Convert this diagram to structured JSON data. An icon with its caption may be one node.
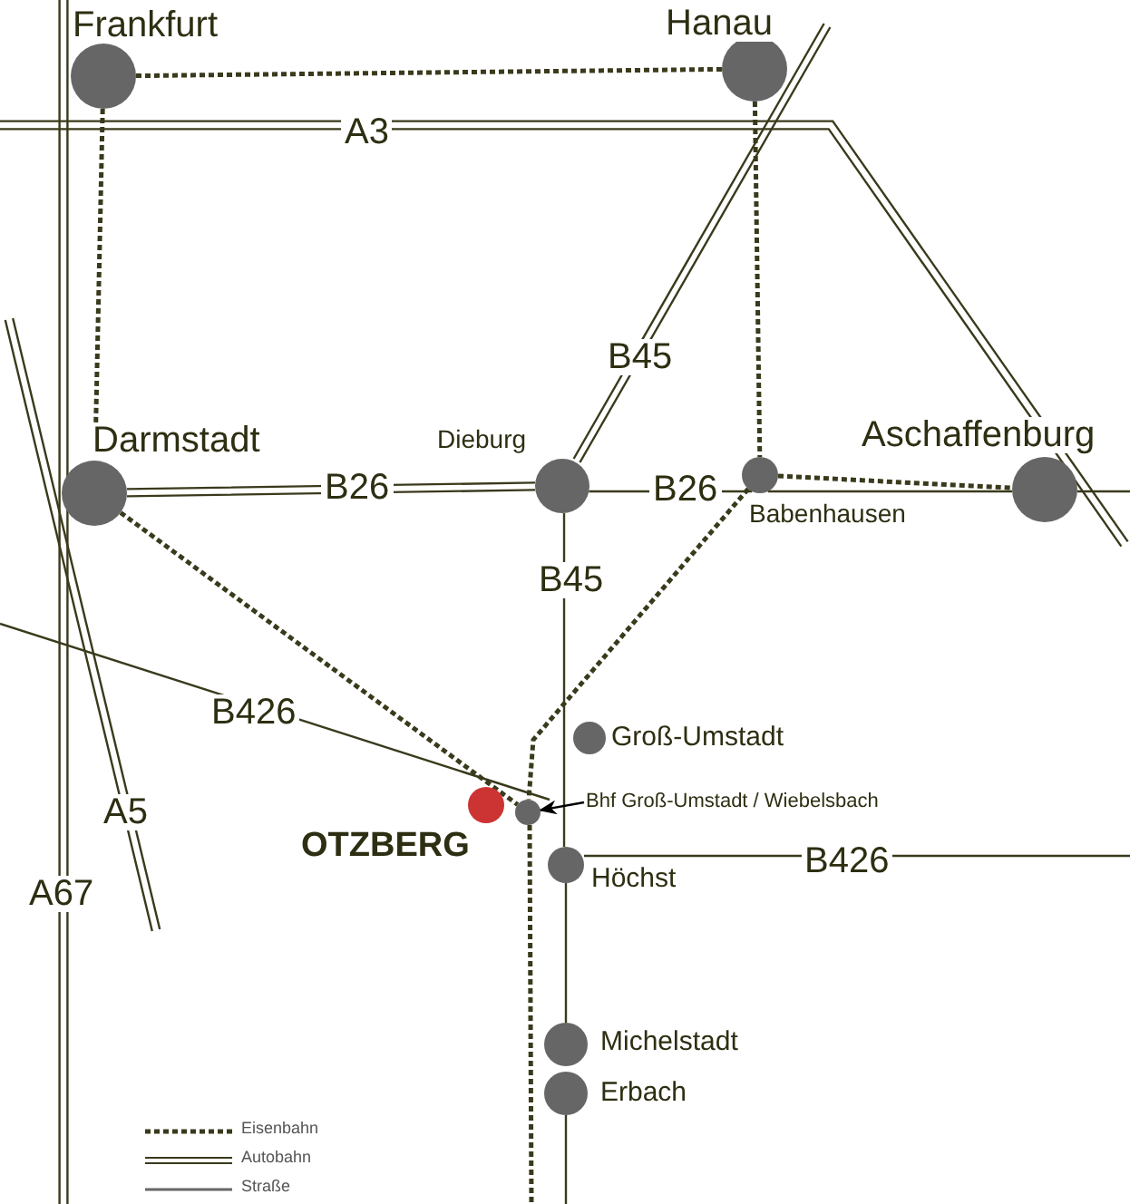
{
  "diagram": {
    "nodes": [
      {
        "text": [
          "Frankfurt"
        ]
      },
      {
        "text": [
          "Hanau"
        ]
      },
      {
        "text": [
          "Darmstadt"
        ]
      },
      {
        "text": [
          "Dieburg"
        ]
      },
      {
        "text": [
          "Babenhausen"
        ]
      },
      {
        "text": [
          "Aschaffenburg"
        ]
      },
      {
        "text": [
          "Groß-Umstadt"
        ]
      },
      {
        "text": [
          "Bhf Groß-Umstadt / Wiebelsbach"
        ]
      },
      {
        "text": [],
        "shape": "circle"
      },
      {
        "text": [
          "OTZBERG"
        ]
      },
      {
        "text": [
          "Höchst"
        ]
      },
      {
        "text": [
          "Michelstadt"
        ]
      },
      {
        "text": [
          "Erbach"
        ]
      }
    ],
    "edges": [
      {
        "from": 0,
        "to": 1,
        "arrow": "none",
        "style": "dashed"
      },
      {
        "from": 0,
        "to": 2,
        "arrow": "none",
        "style": "dashed"
      },
      {
        "from": 1,
        "to": 4,
        "arrow": "none",
        "style": "dashed"
      },
      {
        "from": 4,
        "to": 5,
        "arrow": "none",
        "style": "dashed"
      },
      {
        "from": 2,
        "to": 8,
        "arrow": "none",
        "style": "dashed"
      },
      {
        "from": 4,
        "to": 8,
        "arrow": "none",
        "style": "dashed"
      },
      {
        "from": 2,
        "to": 3,
        "arrow": "none",
        "label": "B26"
      },
      {
        "from": 3,
        "to": 4,
        "arrow": "none",
        "label": "B26"
      },
      {
        "from": 4,
        "to": 5,
        "arrow": "none"
      },
      {
        "from": 3,
        "to": 10,
        "arrow": "none",
        "label": "B45"
      },
      {
        "from": 10,
        "to": 11,
        "arrow": "none"
      },
      {
        "from": 7,
        "to": 8,
        "arrow": "to"
      }
    ],
    "labels": [
      "A3",
      "B45",
      "B426",
      "A5",
      "B426",
      "A67"
    ],
    "legend": [
      {
        "text": "Eisenbahn"
      },
      {
        "text": "Autobahn"
      },
      {
        "text": "Straße"
      }
    ]
  }
}
